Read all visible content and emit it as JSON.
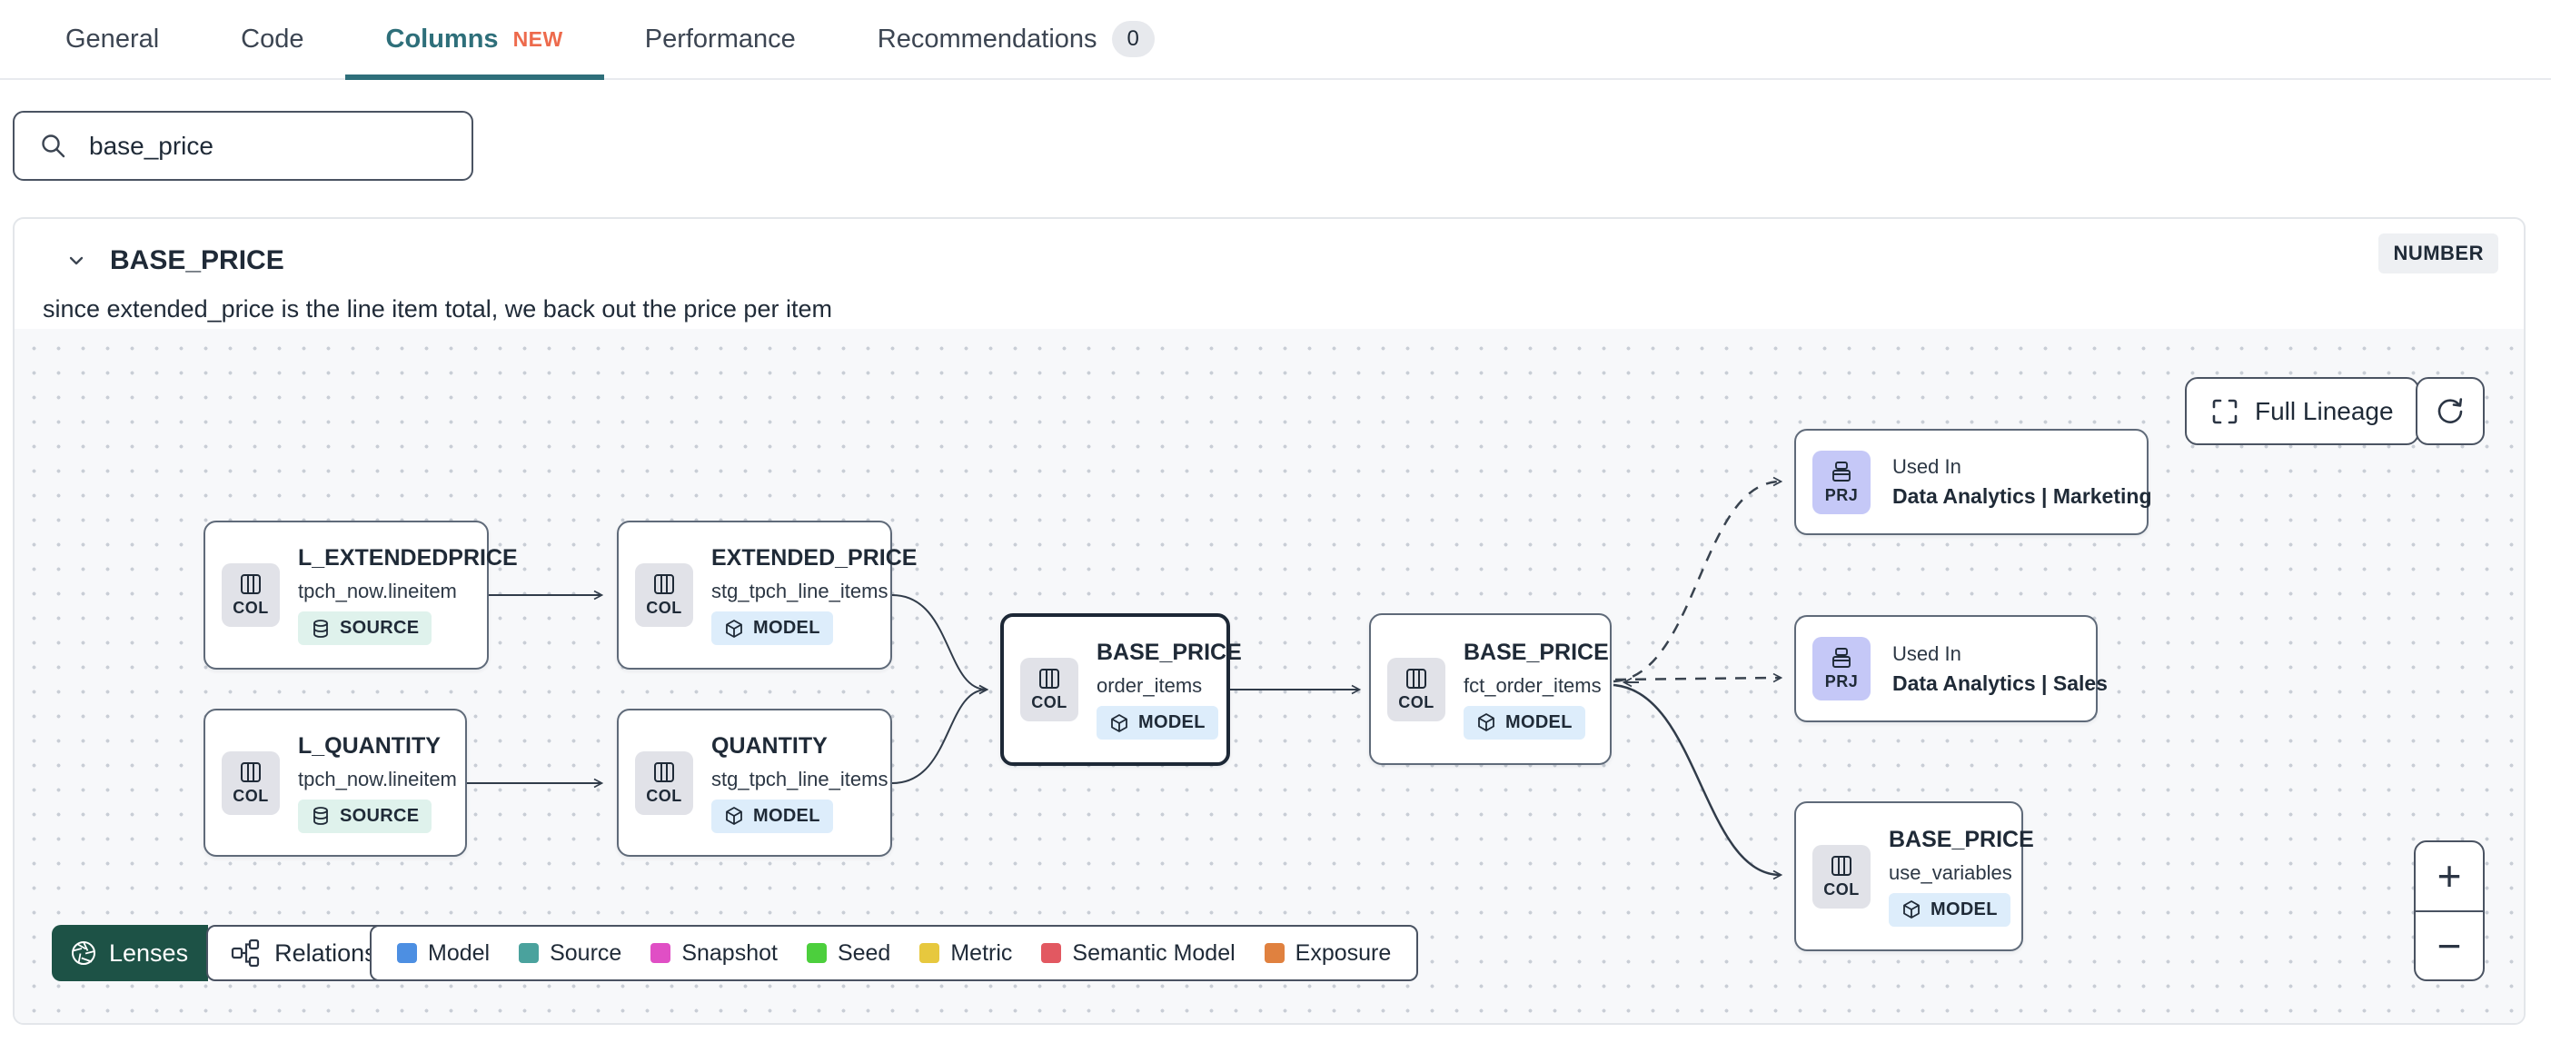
{
  "tabs": {
    "items": [
      {
        "label": "General"
      },
      {
        "label": "Code"
      },
      {
        "label": "Columns",
        "badge": "NEW",
        "active": true
      },
      {
        "label": "Performance"
      },
      {
        "label": "Recommendations",
        "count": "0"
      }
    ]
  },
  "search": {
    "value": "base_price"
  },
  "column_panel": {
    "title": "BASE_PRICE",
    "type_badge": "NUMBER",
    "description": "since extended_price is the line item total, we back out the price per item"
  },
  "lineage": {
    "controls": {
      "full_lineage_label": "Full Lineage",
      "zoom_in_label": "+",
      "zoom_out_label": "−"
    },
    "toolbar": {
      "lenses_label": "Lenses",
      "relationships_label": "Relationships"
    },
    "nodes": [
      {
        "chip": "COL",
        "title": "L_EXTENDEDPRICE",
        "subtitle": "tpch_now.lineitem",
        "badge": "SOURCE"
      },
      {
        "chip": "COL",
        "title": "EXTENDED_PRICE",
        "subtitle": "stg_tpch_line_items",
        "badge": "MODEL"
      },
      {
        "chip": "COL",
        "title": "L_QUANTITY",
        "subtitle": "tpch_now.lineitem",
        "badge": "SOURCE"
      },
      {
        "chip": "COL",
        "title": "QUANTITY",
        "subtitle": "stg_tpch_line_items",
        "badge": "MODEL"
      },
      {
        "chip": "COL",
        "title": "BASE_PRICE",
        "subtitle": "order_items",
        "badge": "MODEL",
        "selected": true
      },
      {
        "chip": "COL",
        "title": "BASE_PRICE",
        "subtitle": "fct_order_items",
        "badge": "MODEL"
      },
      {
        "chip": "PRJ",
        "kicker": "Used In",
        "title": "Data Analytics | Marketing"
      },
      {
        "chip": "PRJ",
        "kicker": "Used In",
        "title": "Data Analytics | Sales"
      },
      {
        "chip": "COL",
        "title": "BASE_PRICE",
        "subtitle": "use_variables",
        "badge": "MODEL"
      }
    ],
    "legend": {
      "items": [
        {
          "label": "Model",
          "color": "#4d8fe2"
        },
        {
          "label": "Source",
          "color": "#4aa29d"
        },
        {
          "label": "Snapshot",
          "color": "#e04fc5"
        },
        {
          "label": "Seed",
          "color": "#4ccf3d"
        },
        {
          "label": "Metric",
          "color": "#e7c83e"
        },
        {
          "label": "Semantic Model",
          "color": "#e25861"
        },
        {
          "label": "Exposure",
          "color": "#e0813f"
        }
      ]
    },
    "icons": [
      "search-icon",
      "chevron-down-icon",
      "columns-icon",
      "database-icon",
      "cube-icon",
      "project-icon",
      "expand-icon",
      "refresh-icon",
      "aperture-icon",
      "relationships-graph-icon",
      "plus-icon",
      "minus-icon"
    ]
  },
  "colors": {
    "accent_teal": "#2e6f7a",
    "new_badge": "#ed6a4c",
    "lenses_bg": "#1d5246",
    "source_badge_bg": "#dff2ec",
    "model_badge_bg": "#ddedfb",
    "col_chip_bg": "#e1e2e8",
    "prj_chip_bg": "#c5c8f7",
    "node_border": "#5f6a79",
    "selected_border": "#1d2836",
    "edge": "#313c4a"
  }
}
